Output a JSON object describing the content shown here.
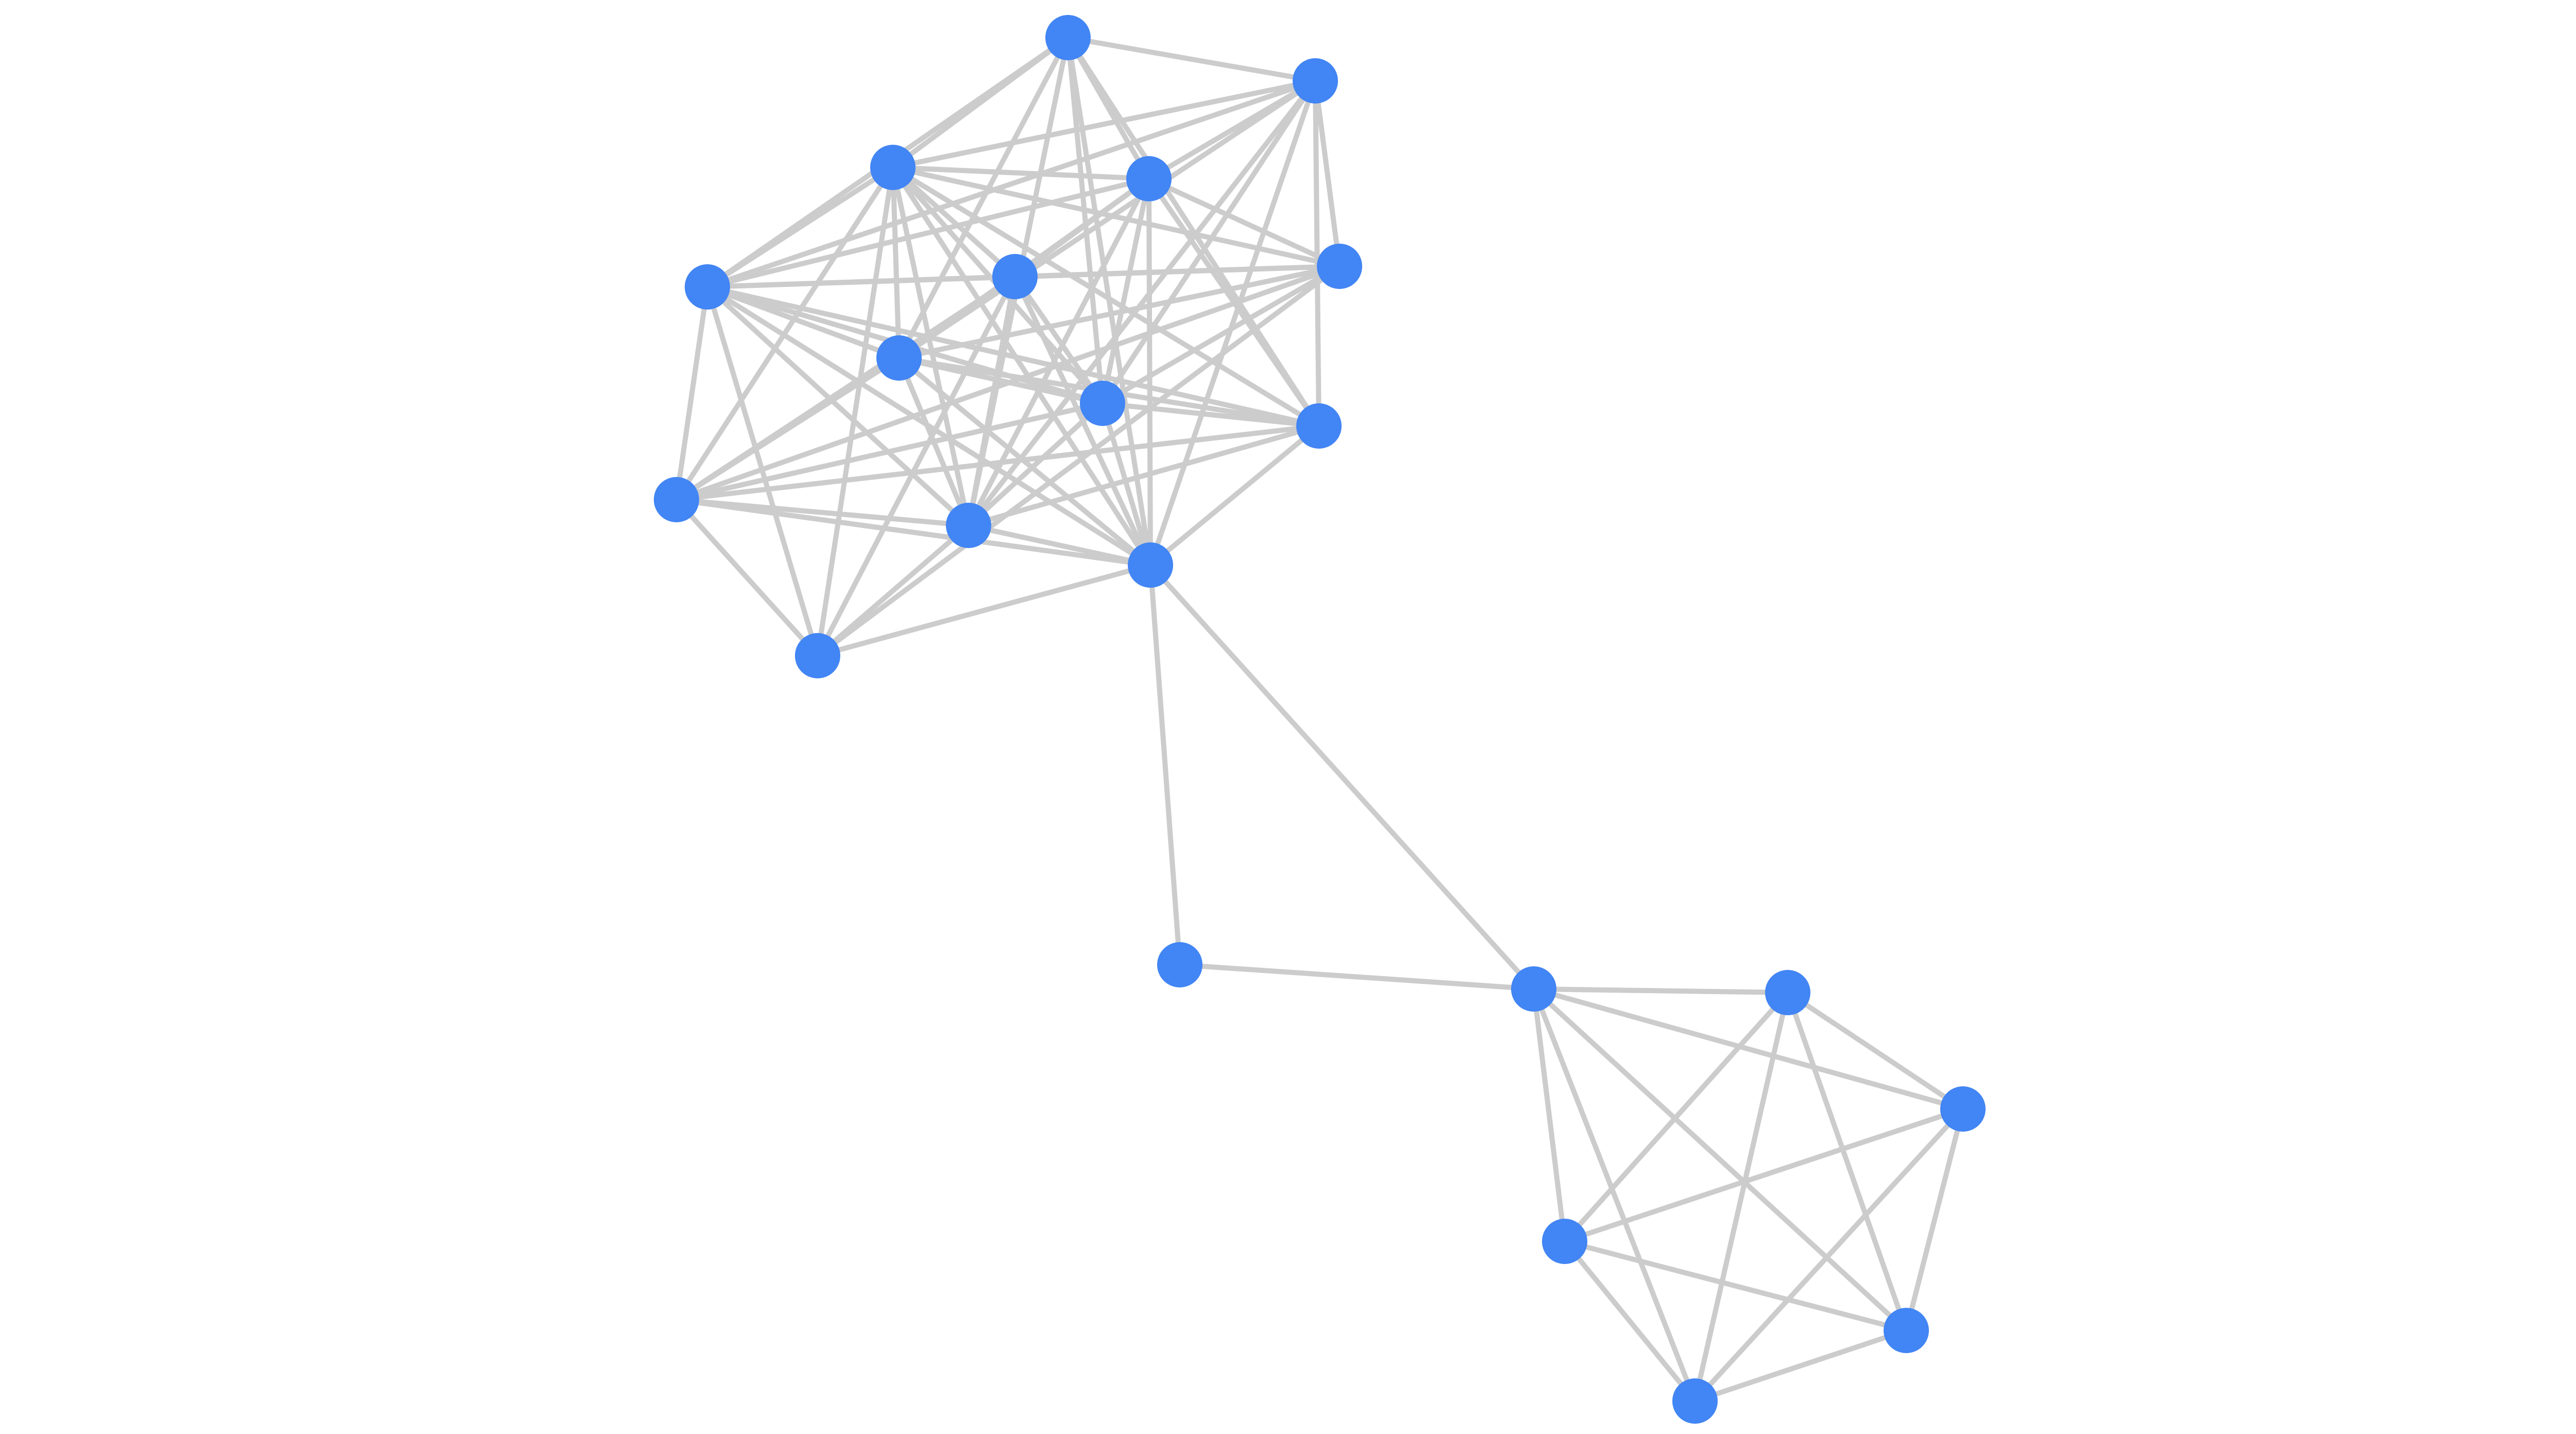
{
  "graph": {
    "node_color": "#4285f4",
    "edge_color": "#cccccc",
    "background": "#ffffff",
    "nodes": [
      {
        "id": "n1"
      },
      {
        "id": "n2"
      },
      {
        "id": "n3"
      },
      {
        "id": "n4"
      },
      {
        "id": "n5"
      },
      {
        "id": "n6"
      },
      {
        "id": "n7"
      },
      {
        "id": "n8"
      },
      {
        "id": "n9"
      },
      {
        "id": "n10"
      },
      {
        "id": "n11"
      },
      {
        "id": "n12"
      },
      {
        "id": "n13"
      },
      {
        "id": "n14"
      },
      {
        "id": "b1"
      },
      {
        "id": "c1"
      },
      {
        "id": "c2"
      },
      {
        "id": "c3"
      },
      {
        "id": "c4"
      },
      {
        "id": "c5"
      },
      {
        "id": "c6"
      }
    ],
    "edges": [
      [
        "n1",
        "n2"
      ],
      [
        "n1",
        "n3"
      ],
      [
        "n1",
        "n4"
      ],
      [
        "n1",
        "n6"
      ],
      [
        "n1",
        "n8"
      ],
      [
        "n1",
        "n9"
      ],
      [
        "n1",
        "n10"
      ],
      [
        "n1",
        "n12"
      ],
      [
        "n1",
        "n13"
      ],
      [
        "n2",
        "n3"
      ],
      [
        "n2",
        "n4"
      ],
      [
        "n2",
        "n5"
      ],
      [
        "n2",
        "n6"
      ],
      [
        "n2",
        "n8"
      ],
      [
        "n2",
        "n9"
      ],
      [
        "n2",
        "n10"
      ],
      [
        "n2",
        "n12"
      ],
      [
        "n2",
        "n13"
      ],
      [
        "n3",
        "n4"
      ],
      [
        "n3",
        "n5"
      ],
      [
        "n3",
        "n6"
      ],
      [
        "n3",
        "n7"
      ],
      [
        "n3",
        "n8"
      ],
      [
        "n3",
        "n9"
      ],
      [
        "n3",
        "n10"
      ],
      [
        "n3",
        "n11"
      ],
      [
        "n3",
        "n12"
      ],
      [
        "n3",
        "n13"
      ],
      [
        "n3",
        "n14"
      ],
      [
        "n4",
        "n5"
      ],
      [
        "n4",
        "n6"
      ],
      [
        "n4",
        "n7"
      ],
      [
        "n4",
        "n8"
      ],
      [
        "n4",
        "n9"
      ],
      [
        "n4",
        "n10"
      ],
      [
        "n4",
        "n12"
      ],
      [
        "n4",
        "n13"
      ],
      [
        "n5",
        "n6"
      ],
      [
        "n5",
        "n7"
      ],
      [
        "n5",
        "n8"
      ],
      [
        "n5",
        "n9"
      ],
      [
        "n5",
        "n11"
      ],
      [
        "n5",
        "n14"
      ],
      [
        "n6",
        "n7"
      ],
      [
        "n6",
        "n8"
      ],
      [
        "n6",
        "n9"
      ],
      [
        "n6",
        "n10"
      ],
      [
        "n6",
        "n11"
      ],
      [
        "n6",
        "n12"
      ],
      [
        "n6",
        "n13"
      ],
      [
        "n6",
        "n14"
      ],
      [
        "n7",
        "n8"
      ],
      [
        "n7",
        "n9"
      ],
      [
        "n7",
        "n11"
      ],
      [
        "n7",
        "n12"
      ],
      [
        "n7",
        "n13"
      ],
      [
        "n7",
        "n14"
      ],
      [
        "n8",
        "n9"
      ],
      [
        "n8",
        "n10"
      ],
      [
        "n8",
        "n11"
      ],
      [
        "n8",
        "n12"
      ],
      [
        "n8",
        "n13"
      ],
      [
        "n9",
        "n10"
      ],
      [
        "n9",
        "n11"
      ],
      [
        "n9",
        "n12"
      ],
      [
        "n9",
        "n13"
      ],
      [
        "n10",
        "n11"
      ],
      [
        "n10",
        "n12"
      ],
      [
        "n10",
        "n13"
      ],
      [
        "n11",
        "n12"
      ],
      [
        "n11",
        "n13"
      ],
      [
        "n11",
        "n14"
      ],
      [
        "n12",
        "n13"
      ],
      [
        "n12",
        "n14"
      ],
      [
        "n13",
        "n14"
      ],
      [
        "n13",
        "b1"
      ],
      [
        "n13",
        "c1"
      ],
      [
        "b1",
        "c1"
      ],
      [
        "c1",
        "c2"
      ],
      [
        "c1",
        "c3"
      ],
      [
        "c1",
        "c4"
      ],
      [
        "c1",
        "c5"
      ],
      [
        "c1",
        "c6"
      ],
      [
        "c2",
        "c3"
      ],
      [
        "c2",
        "c4"
      ],
      [
        "c2",
        "c5"
      ],
      [
        "c2",
        "c6"
      ],
      [
        "c3",
        "c4"
      ],
      [
        "c3",
        "c5"
      ],
      [
        "c3",
        "c6"
      ],
      [
        "c4",
        "c5"
      ],
      [
        "c4",
        "c6"
      ],
      [
        "c5",
        "c6"
      ]
    ]
  }
}
